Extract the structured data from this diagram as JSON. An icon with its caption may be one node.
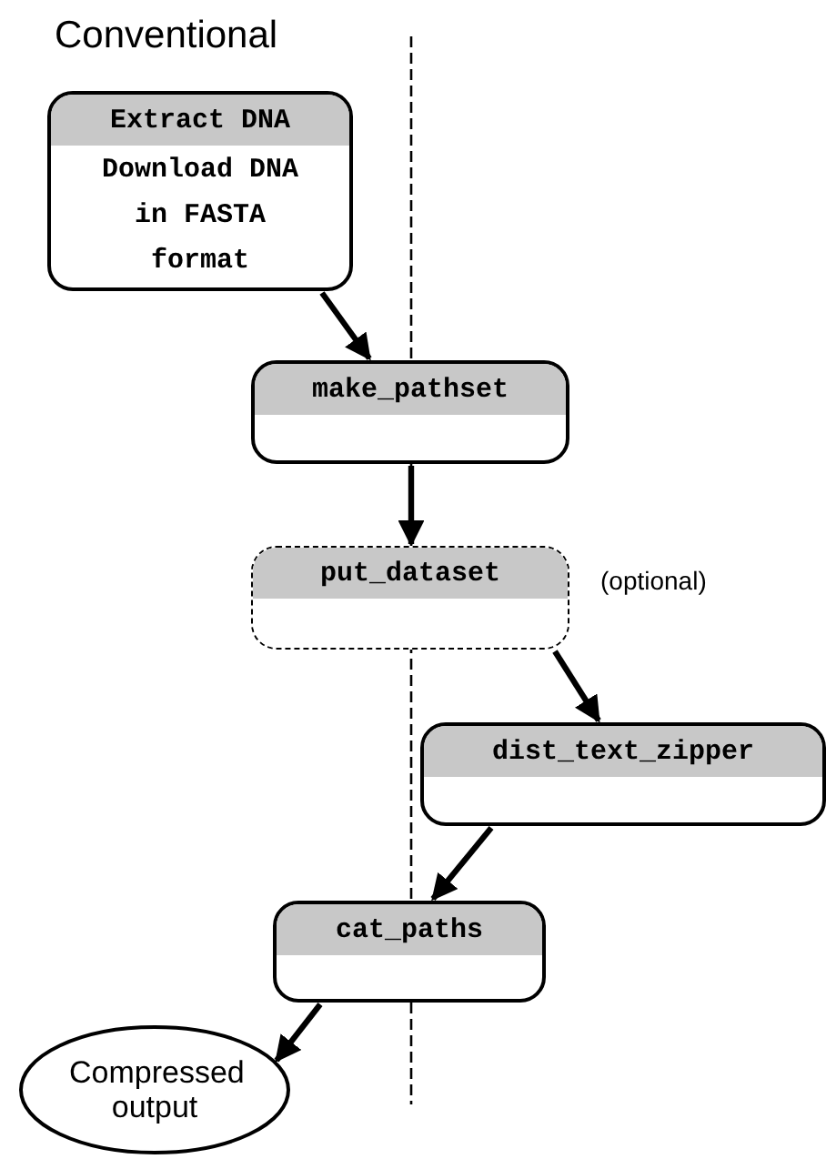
{
  "diagram": {
    "nodes": [
      {
        "text": [
          "Extract DNA",
          "Download DNA in FASTA format"
        ]
      },
      {
        "text": [
          "make_pathset"
        ]
      },
      {
        "text": [
          "put_dataset"
        ],
        "beside": [
          "(optional)"
        ]
      },
      {
        "text": [
          "dist_text_zipper"
        ]
      },
      {
        "text": [
          "cat_paths"
        ]
      },
      {
        "text": [
          "Compressed output"
        ]
      }
    ],
    "edges": [
      {
        "from": 0,
        "to": 1,
        "arrow": "to"
      },
      {
        "from": 1,
        "to": 2,
        "arrow": "to"
      },
      {
        "from": 2,
        "to": 3,
        "arrow": "to"
      },
      {
        "from": 3,
        "to": 4,
        "arrow": "to"
      },
      {
        "from": 4,
        "to": 5,
        "arrow": "to"
      }
    ],
    "labels": [
      "Conventional"
    ]
  }
}
